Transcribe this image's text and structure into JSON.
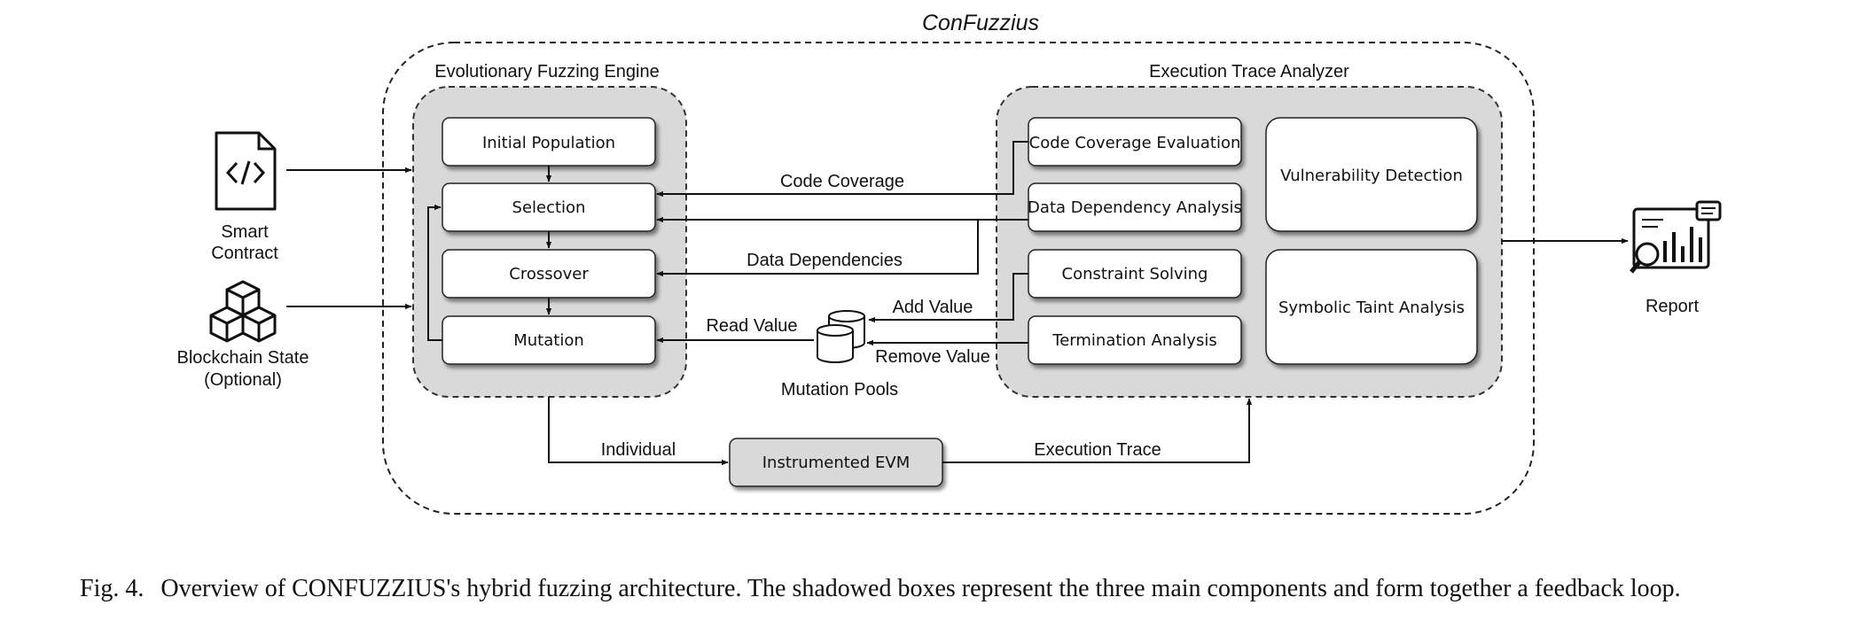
{
  "title": "ConFuzzius",
  "components": {
    "fuzzing_engine": {
      "title": "Evolutionary Fuzzing Engine",
      "steps": [
        "Initial Population",
        "Selection",
        "Crossover",
        "Mutation"
      ]
    },
    "trace_analyzer": {
      "title": "Execution Trace Analyzer",
      "left_boxes": [
        "Code Coverage Evaluation",
        "Data Dependency Analysis",
        "Constraint Solving",
        "Termination Analysis"
      ],
      "right_boxes": [
        "Vulnerability Detection",
        "Symbolic Taint Analysis"
      ]
    },
    "evm": "Instrumented EVM"
  },
  "inputs": {
    "smart_contract": [
      "Smart",
      "Contract"
    ],
    "blockchain_state": [
      "Blockchain State",
      "(Optional)"
    ]
  },
  "output": {
    "report": "Report"
  },
  "mutation_pools": "Mutation Pools",
  "edges": {
    "code_coverage": "Code Coverage",
    "data_dependencies": "Data Dependencies",
    "read_value": "Read Value",
    "add_value": "Add Value",
    "remove_value": "Remove Value",
    "individual": "Individual",
    "execution_trace": "Execution Trace"
  },
  "caption": {
    "figure": "Fig. 4.",
    "text": "Overview of CONFUZZIUS's hybrid fuzzing architecture. The shadowed boxes represent the three main components and form together a feedback loop."
  },
  "colors": {
    "component_fill": "#d9d9d9",
    "box_fill": "#ffffff",
    "stroke": "#111111"
  }
}
